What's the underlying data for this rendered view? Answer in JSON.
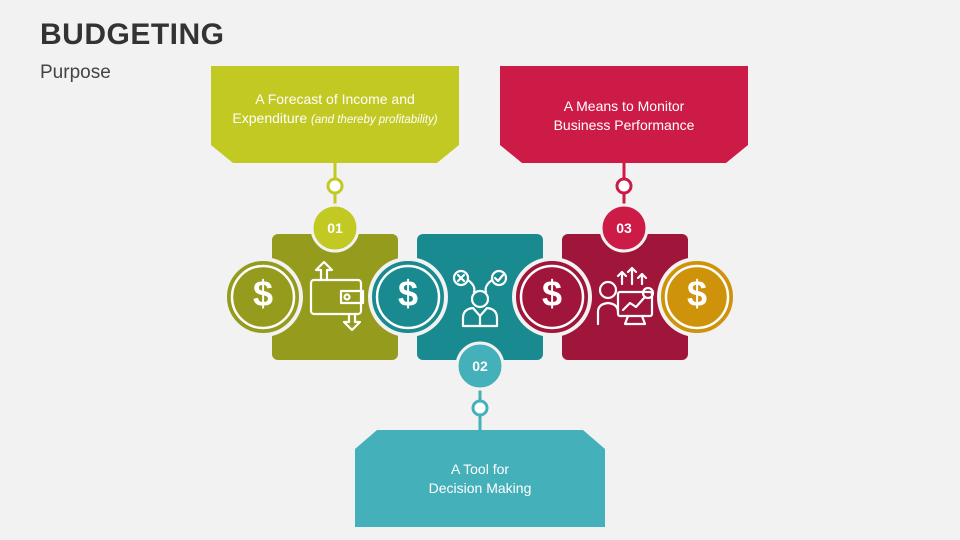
{
  "slide": {
    "title": "BUDGETING",
    "subtitle": "Purpose"
  },
  "colors": {
    "green": "#c3c923",
    "green_dark": "#959b1c",
    "teal": "#44b0b9",
    "teal_dark": "#198a8f",
    "crimson": "#cd1b48",
    "crimson_dark": "#a0153a",
    "gold": "#cf930b"
  },
  "steps": [
    {
      "number": "01",
      "text_line1": "A Forecast of Income and",
      "text_line2": "Expenditure",
      "text_italic": "(and thereby profitability)",
      "icon": "wallet-arrows-icon"
    },
    {
      "number": "02",
      "text_line1": "A Tool for",
      "text_line2": "Decision Making",
      "icon": "businessman-decision-icon"
    },
    {
      "number": "03",
      "text_line1": "A Means to Monitor",
      "text_line2": "Business Performance",
      "icon": "performance-monitor-icon"
    }
  ],
  "coin_symbol": "$"
}
